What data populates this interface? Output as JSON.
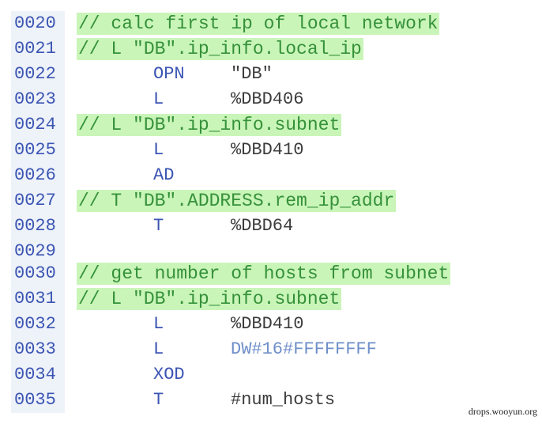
{
  "lines": [
    {
      "num": "0020",
      "comment": "// calc first ip of local network"
    },
    {
      "num": "0021",
      "comment": "// L \"DB\".ip_info.local_ip"
    },
    {
      "num": "0022",
      "op": "OPN",
      "arg": "\"DB\""
    },
    {
      "num": "0023",
      "op": "L",
      "arg": "%DBD406"
    },
    {
      "num": "0024",
      "comment": "// L \"DB\".ip_info.subnet"
    },
    {
      "num": "0025",
      "op": "L",
      "arg": "%DBD410"
    },
    {
      "num": "0026",
      "op": "AD"
    },
    {
      "num": "0027",
      "comment": "// T \"DB\".ADDRESS.rem_ip_addr"
    },
    {
      "num": "0028",
      "op": "T",
      "arg": "%DBD64"
    },
    {
      "num": "0029"
    },
    {
      "num": "0030",
      "comment": "// get number of hosts from subnet"
    },
    {
      "num": "0031",
      "comment": "// L \"DB\".ip_info.subnet"
    },
    {
      "num": "0032",
      "op": "L",
      "arg": "%DBD410"
    },
    {
      "num": "0033",
      "op": "L",
      "arg": "DW#16#FFFFFFFF"
    },
    {
      "num": "0034",
      "op": "XOD"
    },
    {
      "num": "0035",
      "op": "T",
      "arg": "#num_hosts"
    }
  ],
  "watermark": "drops.wooyun.org",
  "colors": {
    "line_number": "#3b55b3",
    "gutter_bg": "#eef2f9",
    "comment_text": "#35913a",
    "comment_bg": "#c9f5b8",
    "operator": "#3b55b3",
    "hex_constant": "#6f8fc9",
    "argument": "#3c3c3c"
  }
}
